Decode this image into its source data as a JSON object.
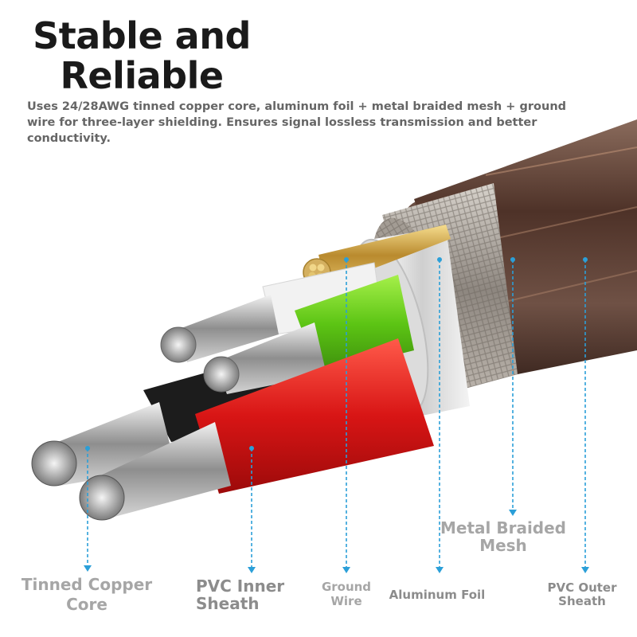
{
  "title": "Stable and Reliable",
  "subtitle": "Uses 24/28AWG tinned copper core, aluminum foil + metal braided mesh + ground wire for three-layer shielding. Ensures signal lossless transmission and better conductivity.",
  "labels": {
    "tinned_copper_core": "Tinned Copper Core",
    "pvc_inner_sheath": "PVC Inner Sheath",
    "ground_wire": "Ground Wire",
    "aluminum_foil": "Aluminum Foil",
    "metal_braided_mesh": "Metal Braided Mesh",
    "pvc_outer_sheath": "PVC Outer Sheath"
  },
  "colors": {
    "outer_sheath": "#6b4a3a",
    "braid": "#b9b2aa",
    "foil": "#e6e6e6",
    "red_wire": "#e02020",
    "green_wire": "#6fd11c",
    "black_wire": "#1a1a1a",
    "white_wire": "#f4f4f4",
    "copper_strands": "#c8a24a",
    "pointer": "#2b9fd8"
  }
}
